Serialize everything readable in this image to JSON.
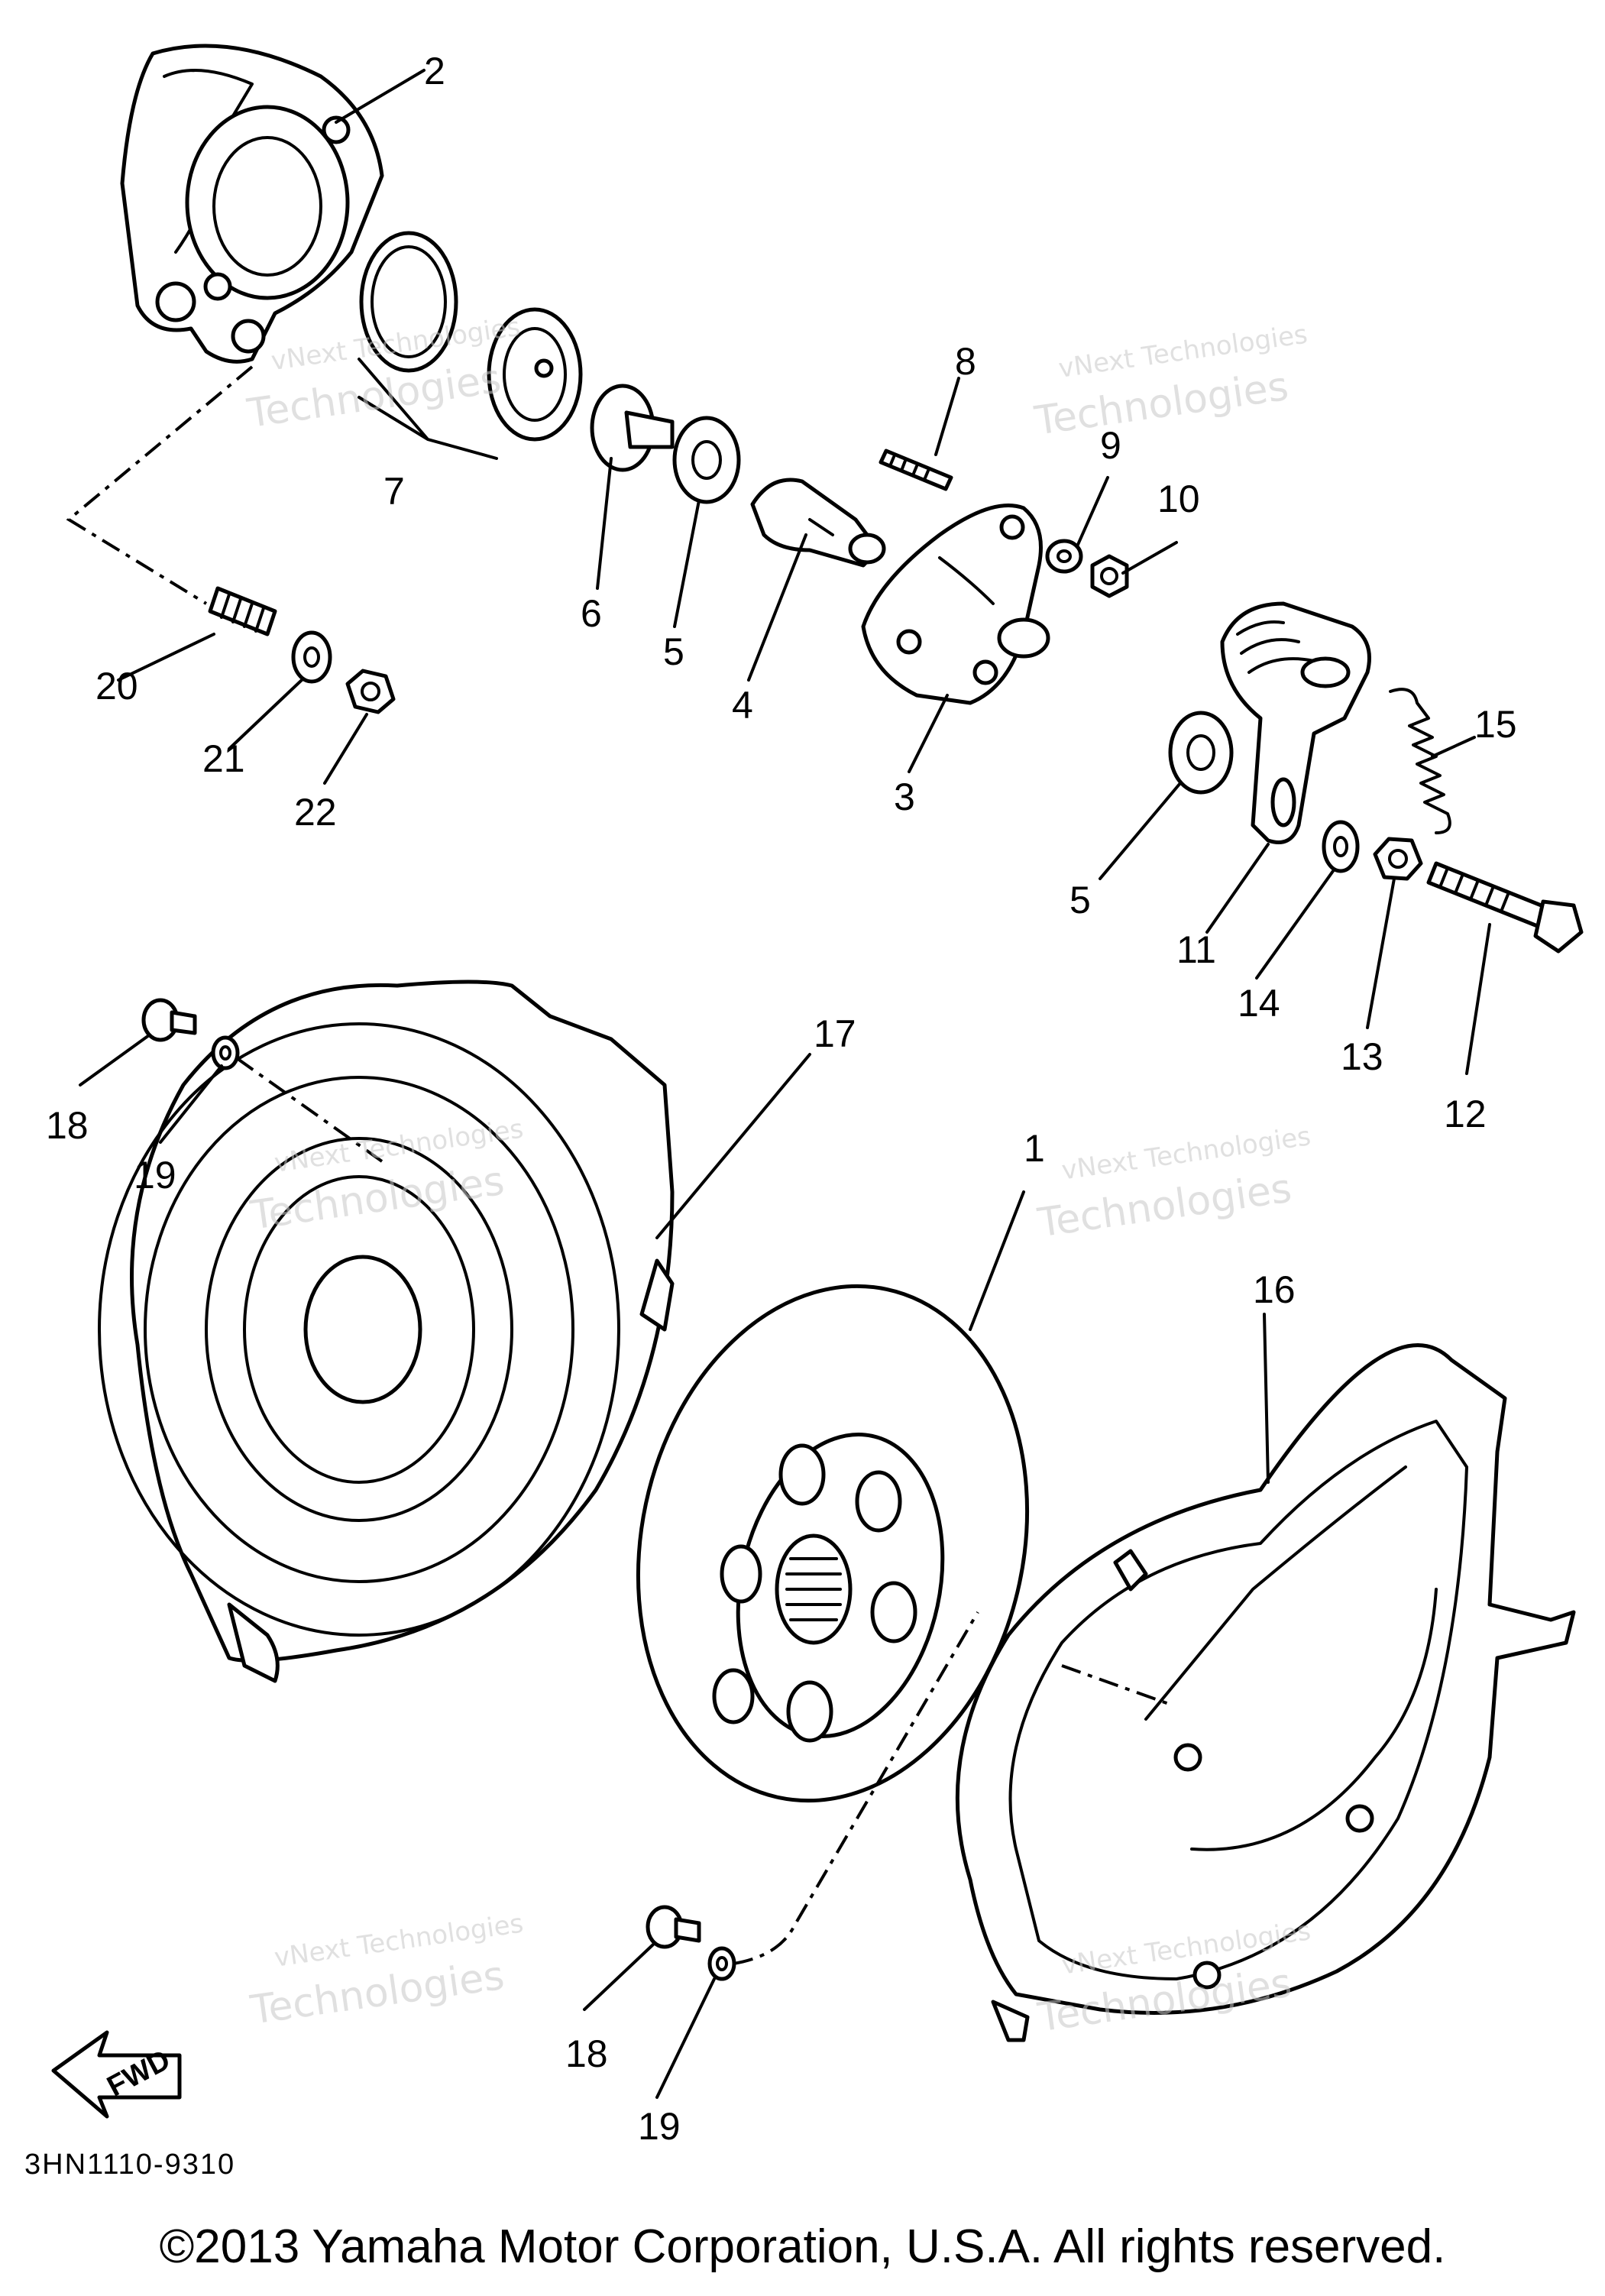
{
  "diagram": {
    "reference_code": "3HN1110-9310",
    "copyright": "©2013 Yamaha Motor Corporation, U.S.A. All rights reserved.",
    "direction_arrow": "FWD",
    "watermark": {
      "line1": "vNext Technologies",
      "line2": "Technologies"
    },
    "callouts": [
      "1",
      "2",
      "3",
      "4",
      "5",
      "5",
      "6",
      "7",
      "8",
      "9",
      "10",
      "11",
      "12",
      "13",
      "14",
      "15",
      "16",
      "17",
      "18",
      "18",
      "19",
      "19",
      "20",
      "21",
      "22"
    ]
  }
}
